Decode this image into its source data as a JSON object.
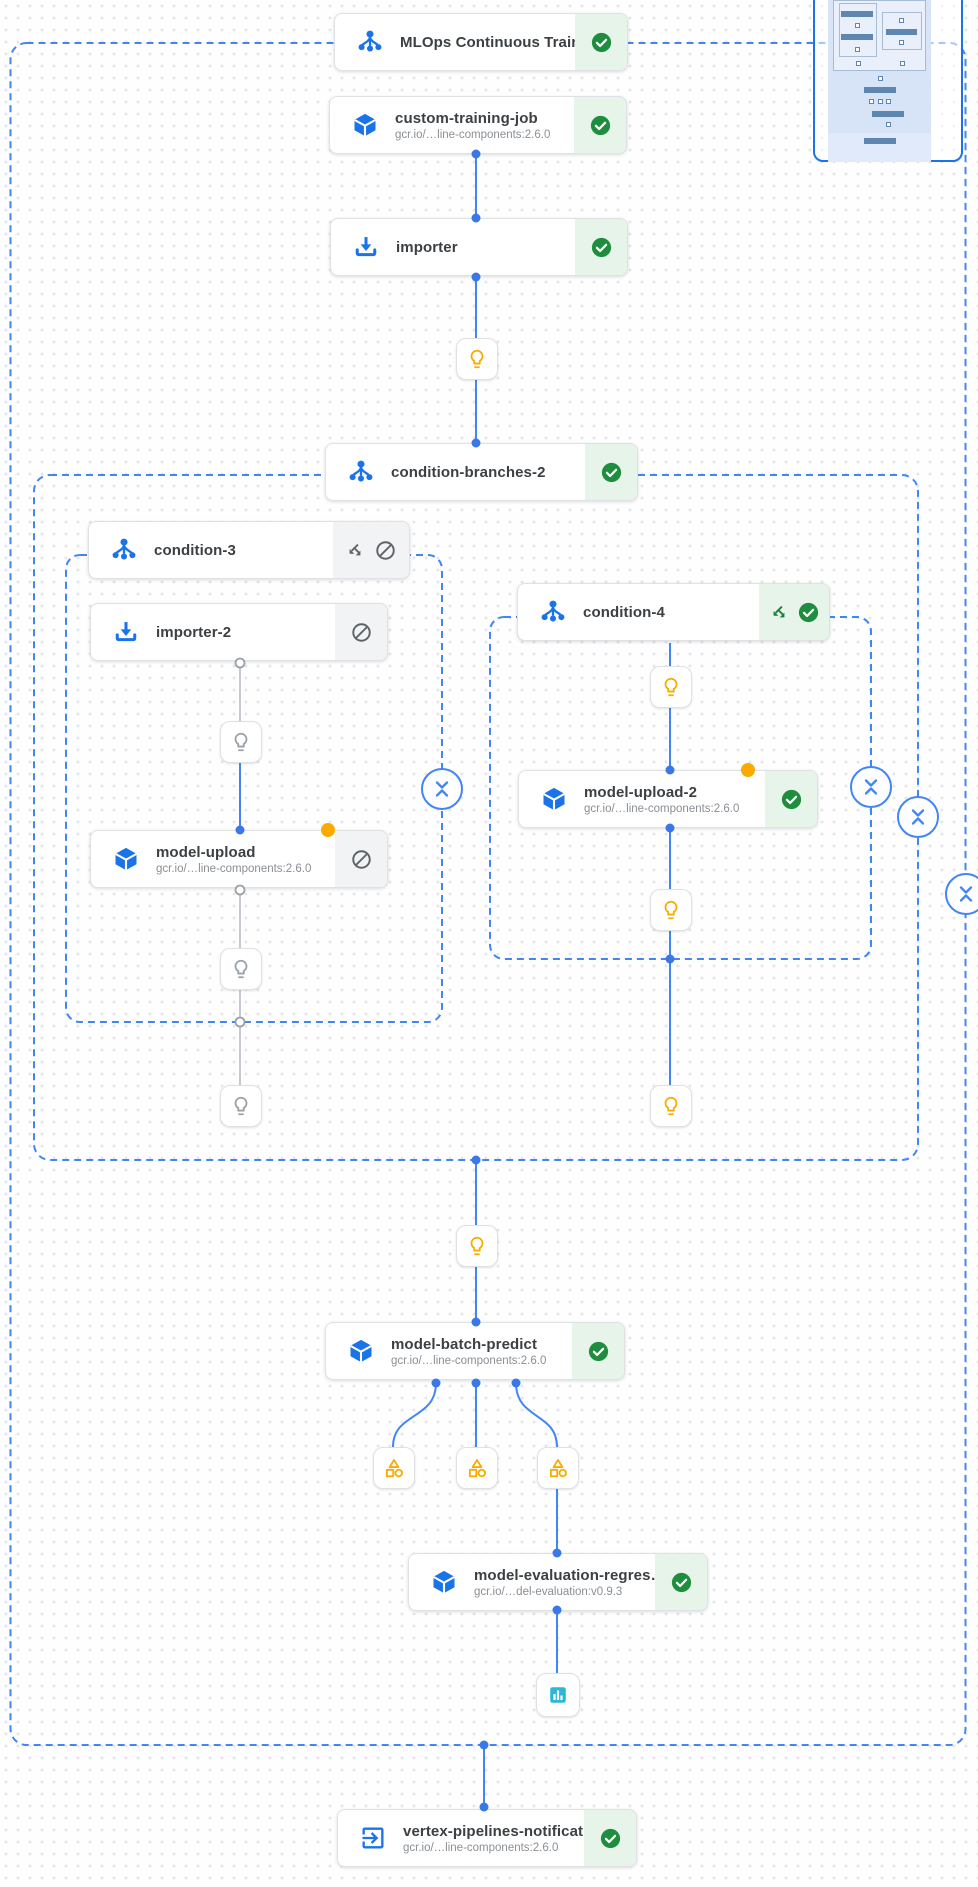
{
  "pipeline": {
    "name": "MLOps Continuous Training pipeline graph",
    "groups": {
      "root": {
        "header_node": "mlops"
      },
      "condition_branches_2": {
        "header_node": "condition_branches_2"
      },
      "condition_3": {
        "header_node": "condition_3"
      },
      "condition_4": {
        "header_node": "condition_4"
      }
    }
  },
  "nodes": {
    "mlops": {
      "title": "MLOps Continuous Traini…",
      "status": "succeeded"
    },
    "custom_training_job": {
      "title": "custom-training-job",
      "subtitle": "gcr.io/…line-components:2.6.0",
      "status": "succeeded"
    },
    "importer": {
      "title": "importer",
      "status": "succeeded"
    },
    "condition_branches_2": {
      "title": "condition-branches-2",
      "status": "succeeded"
    },
    "condition_3": {
      "title": "condition-3",
      "status": "skipped"
    },
    "importer_2": {
      "title": "importer-2",
      "status": "skipped"
    },
    "model_upload": {
      "title": "model-upload",
      "subtitle": "gcr.io/…line-components:2.6.0",
      "status": "skipped"
    },
    "condition_4": {
      "title": "condition-4",
      "status": "succeeded"
    },
    "model_upload_2": {
      "title": "model-upload-2",
      "subtitle": "gcr.io/…line-components:2.6.0",
      "status": "succeeded"
    },
    "model_batch_predict": {
      "title": "model-batch-predict",
      "subtitle": "gcr.io/…line-components:2.6.0",
      "status": "succeeded"
    },
    "model_evaluation_regression": {
      "title": "model-evaluation-regres…",
      "subtitle": "gcr.io/…del-evaluation:v0.9.3",
      "status": "succeeded"
    },
    "vertex_pipelines_notification": {
      "title": "vertex-pipelines-notificat…",
      "subtitle": "gcr.io/…line-components:2.6.0",
      "status": "succeeded"
    }
  },
  "icons": {
    "condition": "hub-tree-icon",
    "container_component": "cube-icon",
    "importer": "download-icon",
    "notification": "exit-to-app-icon",
    "html_artifact": "lightbulb-icon",
    "metrics_artifact": "category-icon",
    "visualization_artifact": "bar-chart-icon",
    "success": "check-circle-icon",
    "skipped": "blocked-icon",
    "branch": "split-arrows-icon",
    "collapse": "unfold-less-icon"
  },
  "colors": {
    "accent_blue": "#4285f4",
    "icon_blue": "#1a73e8",
    "success_green": "#1e8e3e",
    "success_bg": "#e6f4ea",
    "skipped_gray": "#5f6368",
    "skipped_bg": "#f1f3f4",
    "artifact_yellow": "#f9ab00",
    "visualization_cyan": "#2bb8d8",
    "edge_gray": "#bdc1c6"
  }
}
